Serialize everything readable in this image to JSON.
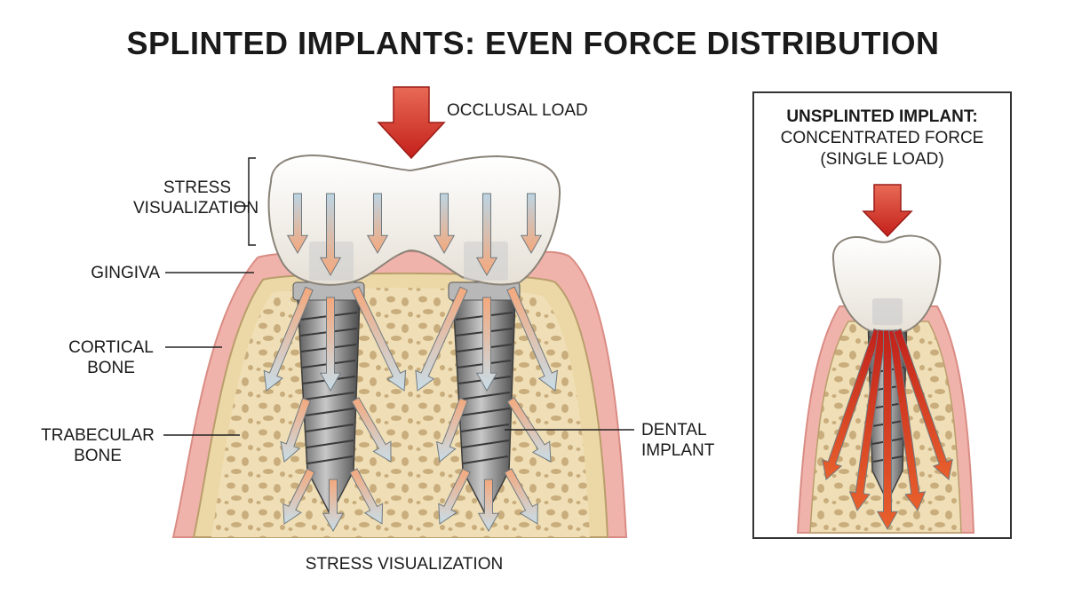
{
  "title": "SPLINTED IMPLANTS: EVEN FORCE DISTRIBUTION",
  "labels": {
    "occlusal_load": "OCCLUSAL LOAD",
    "stress_visualization_side_line1": "STRESS",
    "stress_visualization_side_line2": "VISUALIZATION",
    "gingiva": "GINGIVA",
    "cortical_bone_line1": "CORTICAL",
    "cortical_bone_line2": "BONE",
    "trabecular_bone_line1": "TRABECULAR",
    "trabecular_bone_line2": "BONE",
    "dental_implant_line1": "DENTAL",
    "dental_implant_line2": "IMPLANT",
    "stress_visualization_bottom": "STRESS VISUALIZATION"
  },
  "inset": {
    "title_line1": "UNSPLINTED IMPLANT:",
    "title_line2": "CONCENTRATED FORCE",
    "title_line3": "(SINGLE LOAD)"
  },
  "colors": {
    "load_arrow": "#d8322a",
    "gingiva": "#f2b8b0",
    "bone": "#f1e0b8",
    "crown": "#f6f3ee",
    "implant": "#8c8c8c",
    "stress_low": "#c9dbe6",
    "stress_high": "#f2b48a",
    "concentrated_force": "#d8322a"
  }
}
